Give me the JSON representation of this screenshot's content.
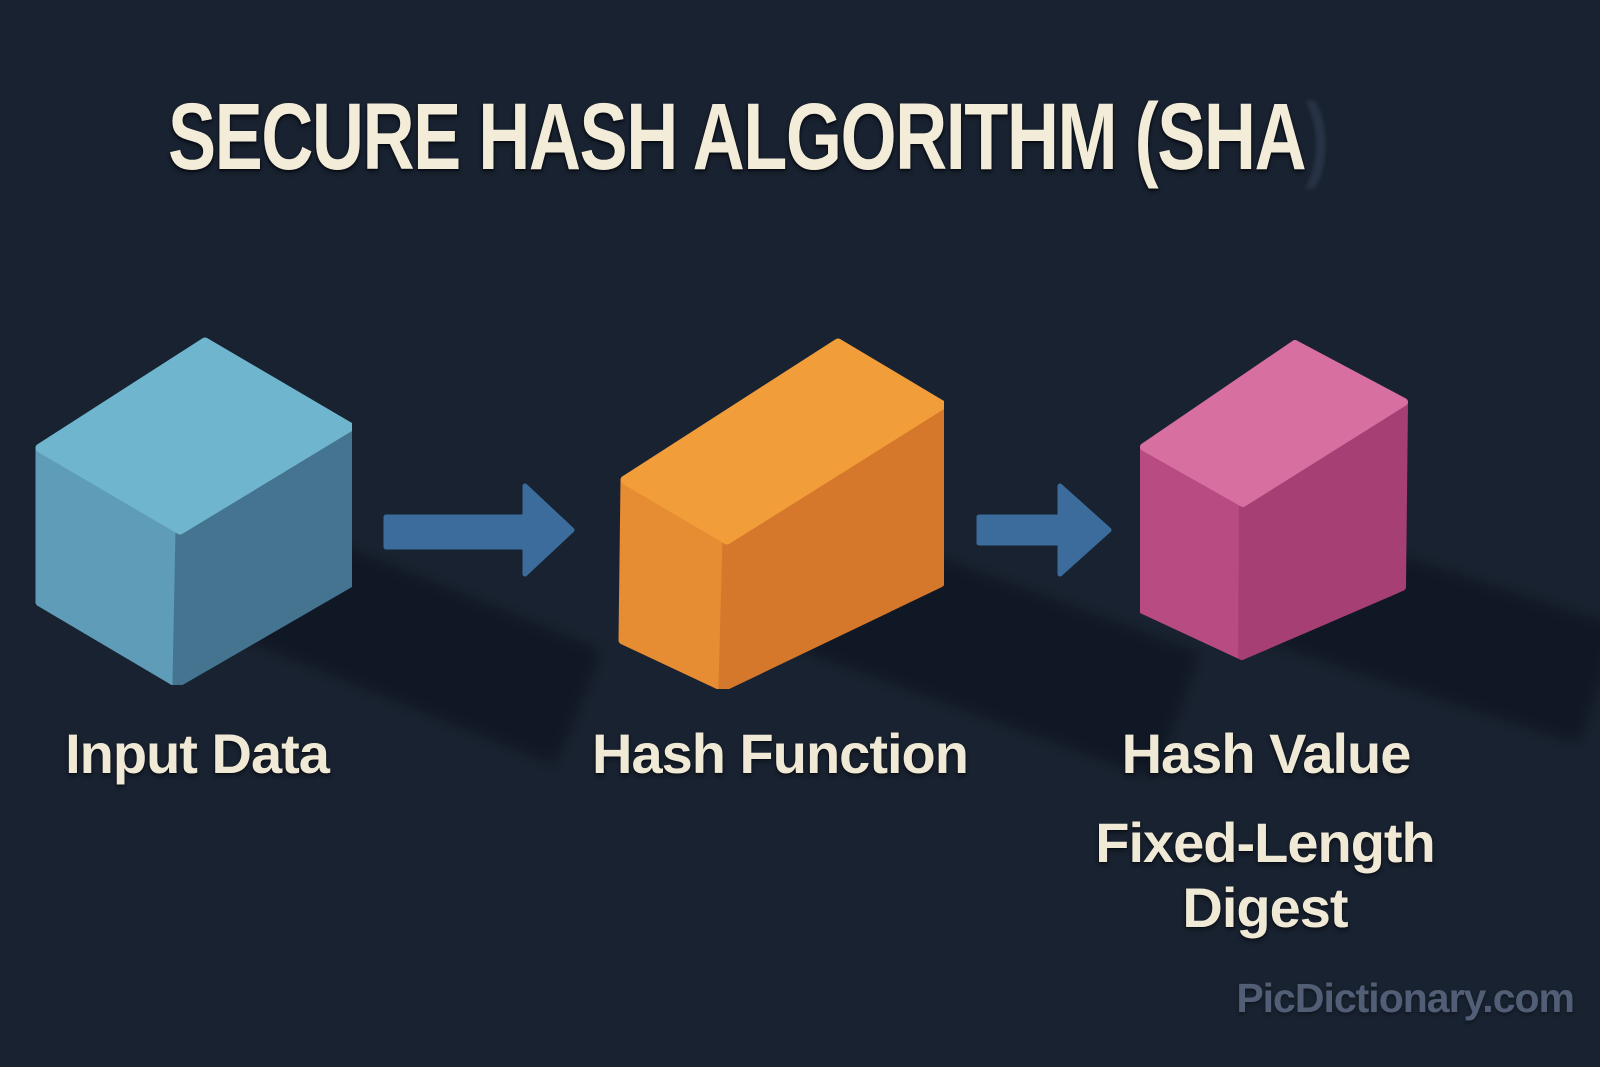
{
  "title": {
    "text": "SECURE HASH ALGORITHM (SHA",
    "ghost_suffix": ")"
  },
  "nodes": [
    {
      "id": "input-data",
      "label": "Input Data",
      "shape": "isometric-cube",
      "colors": {
        "top": "#6fb5cd",
        "left": "#5f9cb8",
        "right": "#44748f"
      }
    },
    {
      "id": "hash-function",
      "label": "Hash Function",
      "shape": "isometric-box",
      "colors": {
        "top": "#f09d3a",
        "left": "#e68c33",
        "right": "#d5782c"
      }
    },
    {
      "id": "hash-value",
      "label": "Hash Value",
      "sublabel_line1": "Fixed-Length",
      "sublabel_line2": "Digest",
      "shape": "isometric-box",
      "colors": {
        "top": "#d76fa0",
        "left": "#b84c82",
        "right": "#a63f74"
      }
    }
  ],
  "arrows": [
    {
      "id": "arrow-input-to-hash",
      "direction": "right",
      "color": "#3b6c9c"
    },
    {
      "id": "arrow-hash-to-value",
      "direction": "right",
      "color": "#3b6c9c"
    }
  ],
  "watermark": "PicDictionary.com",
  "palette": {
    "background": "#192230",
    "title_text": "#f3ecd9",
    "label_text": "#f0e9d6",
    "ghost_paren": "#273244",
    "watermark_text": "#525e75",
    "cast_shadow": "rgba(11,17,28,0.55)"
  }
}
